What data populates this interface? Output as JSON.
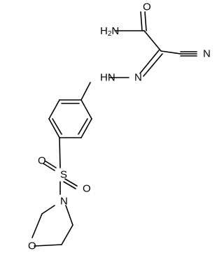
{
  "molecule": {
    "labels": {
      "amide_nh2": "H2N",
      "amide_o": "O",
      "nitrile_n": "N",
      "hydrazone_n": "N",
      "hydrazone_nh": "HN",
      "sulfonyl_s": "S",
      "sulfonyl_o_left": "O",
      "sulfonyl_o_right": "O",
      "morpholine_n": "N",
      "morpholine_o": "O"
    },
    "colors": {
      "bond": "#000000",
      "label": "#000000",
      "background": "#ffffff"
    }
  }
}
